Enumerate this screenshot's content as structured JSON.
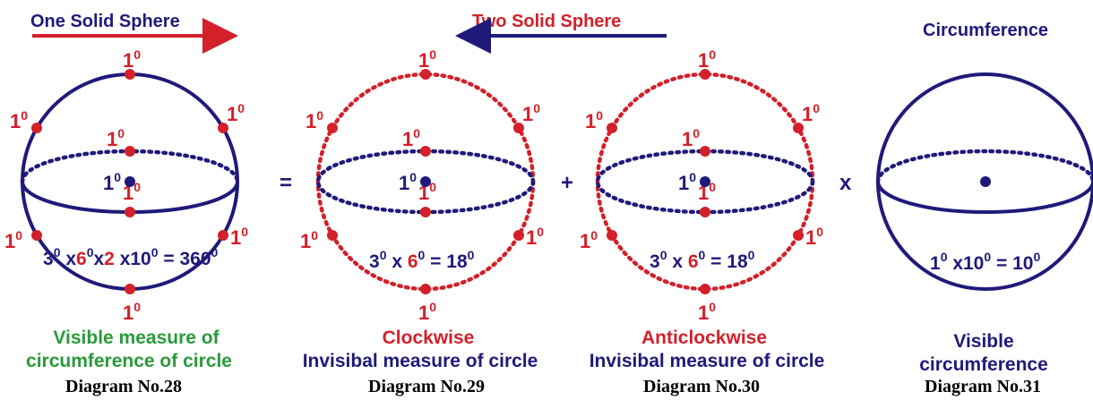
{
  "headers": {
    "one_solid": "One Solid Sphere",
    "two_solid": "Two Solid Sphere",
    "circumference": "Circumference"
  },
  "operators": {
    "equals": "=",
    "plus": "+",
    "times": "x"
  },
  "degree": {
    "one": "1",
    "sup": "0"
  },
  "diagrams": {
    "d28": {
      "formula": [
        {
          "t": "3",
          "c": "#1f1a7a",
          "sup": false
        },
        {
          "t": "0",
          "c": "#1f1a7a",
          "sup": true
        },
        {
          "t": " x",
          "c": "#1f1a7a",
          "sup": false
        },
        {
          "t": "6",
          "c": "#d3202a",
          "sup": false
        },
        {
          "t": "0",
          "c": "#1f1a7a",
          "sup": true
        },
        {
          "t": "x",
          "c": "#1f1a7a",
          "sup": false
        },
        {
          "t": "2",
          "c": "#d3202a",
          "sup": false
        },
        {
          "t": " x10",
          "c": "#1f1a7a",
          "sup": false
        },
        {
          "t": "0",
          "c": "#1f1a7a",
          "sup": true
        },
        {
          "t": " = 360",
          "c": "#1f1a7a",
          "sup": false
        },
        {
          "t": "0",
          "c": "#1f1a7a",
          "sup": true
        }
      ],
      "caption1": "Visible measure of",
      "caption2": "circumference of circle",
      "number": "Diagram No.28"
    },
    "d29": {
      "formula": [
        {
          "t": "3",
          "c": "#1f1a7a",
          "sup": false
        },
        {
          "t": "0",
          "c": "#1f1a7a",
          "sup": true
        },
        {
          "t": " x ",
          "c": "#1f1a7a",
          "sup": false
        },
        {
          "t": "6",
          "c": "#d3202a",
          "sup": false
        },
        {
          "t": "0",
          "c": "#1f1a7a",
          "sup": true
        },
        {
          "t": " = 18",
          "c": "#1f1a7a",
          "sup": false
        },
        {
          "t": "0",
          "c": "#1f1a7a",
          "sup": true
        }
      ],
      "caption1": "Clockwise",
      "caption2": "Invisibal measure of circle",
      "number": "Diagram No.29"
    },
    "d30": {
      "formula": [
        {
          "t": "3",
          "c": "#1f1a7a",
          "sup": false
        },
        {
          "t": "0",
          "c": "#1f1a7a",
          "sup": true
        },
        {
          "t": " x ",
          "c": "#1f1a7a",
          "sup": false
        },
        {
          "t": "6",
          "c": "#d3202a",
          "sup": false
        },
        {
          "t": "0",
          "c": "#1f1a7a",
          "sup": true
        },
        {
          "t": " = 18",
          "c": "#1f1a7a",
          "sup": false
        },
        {
          "t": "0",
          "c": "#1f1a7a",
          "sup": true
        }
      ],
      "caption1": "Anticlockwise",
      "caption2": "Invisibal measure of circle",
      "number": "Diagram No.30"
    },
    "d31": {
      "formula": [
        {
          "t": "1",
          "c": "#1f1a7a",
          "sup": false
        },
        {
          "t": "0",
          "c": "#1f1a7a",
          "sup": true
        },
        {
          "t": " x10",
          "c": "#1f1a7a",
          "sup": false
        },
        {
          "t": "0",
          "c": "#1f1a7a",
          "sup": true
        },
        {
          "t": " = 10",
          "c": "#1f1a7a",
          "sup": false
        },
        {
          "t": "0",
          "c": "#1f1a7a",
          "sup": true
        }
      ],
      "caption1": "Visible",
      "caption2": "circumference",
      "number": "Diagram No.31"
    }
  },
  "colors": {
    "navy": "#1f1a7a",
    "red": "#d3202a",
    "green": "#2a9a3a",
    "black": "#000000"
  }
}
